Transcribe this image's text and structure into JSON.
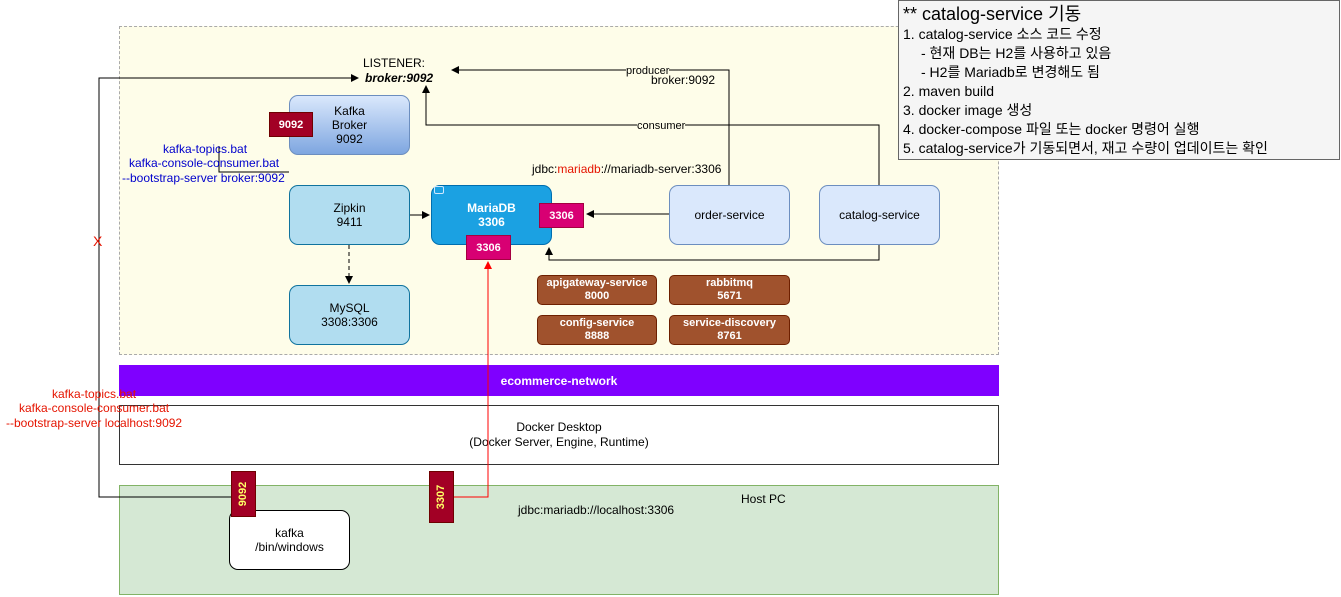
{
  "zones": {
    "network": "ecommerce-network",
    "desktop": {
      "line1": "Docker Desktop",
      "line2": "(Docker Server, Engine, Runtime)"
    },
    "host": "Host PC"
  },
  "listener": {
    "label": "LISTENER:",
    "value": "broker:9092"
  },
  "nodes": {
    "kafka_broker": {
      "line1": "Kafka",
      "line2": "Broker",
      "line3": "9092"
    },
    "zipkin": {
      "line1": "Zipkin",
      "line2": "9411"
    },
    "mysql": {
      "line1": "MySQL",
      "line2": "3308:3306"
    },
    "mariadb": {
      "line1": "MariaDB",
      "line2": "3306"
    },
    "order_service": "order-service",
    "catalog_service": "catalog-service",
    "kafka_pc": {
      "line1": "kafka",
      "line2": "/bin/windows"
    }
  },
  "services": [
    {
      "name": "apigateway-service",
      "port": "8000"
    },
    {
      "name": "rabbitmq",
      "port": "5671"
    },
    {
      "name": "config-service",
      "port": "8888"
    },
    {
      "name": "service-discovery",
      "port": "8761"
    }
  ],
  "ports": {
    "broker": "9092",
    "mariadb_right": "3306",
    "mariadb_bottom": "3306",
    "host_kafka": "9092",
    "host_mariadb": "3307"
  },
  "labels": {
    "producer": "producer",
    "producer_broker": "broker:9092",
    "consumer": "consumer",
    "jdbc_prefix": "jdbc:",
    "jdbc_mariadb": "mariadb",
    "jdbc_suffix": "://mariadb-server:3306",
    "jdbc_local": "jdbc:mariadb://localhost:3306",
    "blocked": "X"
  },
  "commands_docker": [
    "kafka-topics.bat",
    "kafka-console-consumer.bat",
    "--bootstrap-server broker:9092"
  ],
  "commands_host": [
    "kafka-topics.bat",
    "kafka-console-consumer.bat",
    "--bootstrap-server localhost:9092"
  ],
  "note": {
    "title": "** catalog-service 기동",
    "items": [
      "1. catalog-service 소스 코드 수정",
      "   - 현재 DB는 H2를 사용하고 있음",
      "   - H2를 Mariadb로 변경해도 됨",
      "2. maven build",
      "3. docker image 생성",
      "4. docker-compose 파일 또는 docker 명령어 실행",
      "5. catalog-service가 기동되면서, 재고 수량이 업데이트는 확인"
    ]
  },
  "colors": {
    "network": "#7f00ff",
    "host": "#d5e8d4",
    "docker_zone": "#fefde9",
    "port_dark": "#a20025",
    "port_pink": "#d80073",
    "service": "#a0522d",
    "command_blue": "#0000cc",
    "command_red": "#e51400"
  }
}
